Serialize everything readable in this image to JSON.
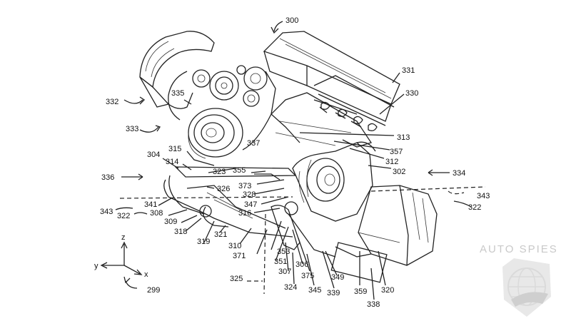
{
  "labels": [
    {
      "id": "300",
      "text": "300"
    },
    {
      "id": "331",
      "text": "331"
    },
    {
      "id": "330",
      "text": "330"
    },
    {
      "id": "332",
      "text": "332"
    },
    {
      "id": "335",
      "text": "335"
    },
    {
      "id": "333",
      "text": "333"
    },
    {
      "id": "337",
      "text": "337"
    },
    {
      "id": "313",
      "text": "313"
    },
    {
      "id": "357",
      "text": "357"
    },
    {
      "id": "312",
      "text": "312"
    },
    {
      "id": "302",
      "text": "302"
    },
    {
      "id": "334",
      "text": "334"
    },
    {
      "id": "304",
      "text": "304"
    },
    {
      "id": "315",
      "text": "315"
    },
    {
      "id": "314",
      "text": "314"
    },
    {
      "id": "323",
      "text": "323"
    },
    {
      "id": "355",
      "text": "355"
    },
    {
      "id": "336",
      "text": "336"
    },
    {
      "id": "326",
      "text": "326"
    },
    {
      "id": "373",
      "text": "373"
    },
    {
      "id": "328",
      "text": "328"
    },
    {
      "id": "347",
      "text": "347"
    },
    {
      "id": "341",
      "text": "341"
    },
    {
      "id": "316",
      "text": "316"
    },
    {
      "id": "343l",
      "text": "343"
    },
    {
      "id": "322l",
      "text": "322"
    },
    {
      "id": "308",
      "text": "308"
    },
    {
      "id": "309",
      "text": "309"
    },
    {
      "id": "318",
      "text": "318"
    },
    {
      "id": "319",
      "text": "319"
    },
    {
      "id": "321",
      "text": "321"
    },
    {
      "id": "310",
      "text": "310"
    },
    {
      "id": "371",
      "text": "371"
    },
    {
      "id": "353",
      "text": "353"
    },
    {
      "id": "351",
      "text": "351"
    },
    {
      "id": "306",
      "text": "306"
    },
    {
      "id": "307",
      "text": "307"
    },
    {
      "id": "375",
      "text": "375"
    },
    {
      "id": "349",
      "text": "349"
    },
    {
      "id": "325",
      "text": "325"
    },
    {
      "id": "324",
      "text": "324"
    },
    {
      "id": "345",
      "text": "345"
    },
    {
      "id": "339",
      "text": "339"
    },
    {
      "id": "359",
      "text": "359"
    },
    {
      "id": "320",
      "text": "320"
    },
    {
      "id": "338",
      "text": "338"
    },
    {
      "id": "343r",
      "text": "343"
    },
    {
      "id": "322r",
      "text": "322"
    },
    {
      "id": "299",
      "text": "299"
    },
    {
      "id": "ax_z",
      "text": "z"
    },
    {
      "id": "ax_y",
      "text": "y"
    },
    {
      "id": "ax_x",
      "text": "x"
    }
  ],
  "watermark": {
    "text": "AUTO SPIES"
  }
}
